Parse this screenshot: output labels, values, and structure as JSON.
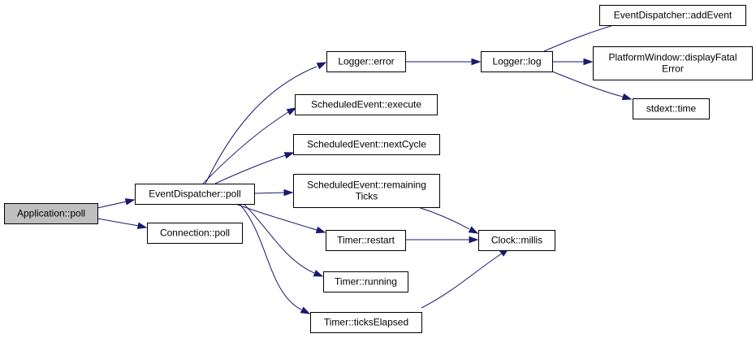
{
  "colors": {
    "root_fill": "#bfbfbf",
    "node_fill": "#ffffff",
    "edge": "#191970"
  },
  "nodes": {
    "application_poll": {
      "lines": [
        "Application::poll"
      ]
    },
    "eventdispatcher_poll": {
      "lines": [
        "EventDispatcher::poll"
      ]
    },
    "connection_poll": {
      "lines": [
        "Connection::poll"
      ]
    },
    "logger_error": {
      "lines": [
        "Logger::error"
      ]
    },
    "scheduledevent_execute": {
      "lines": [
        "ScheduledEvent::execute"
      ]
    },
    "scheduledevent_nextcycle": {
      "lines": [
        "ScheduledEvent::nextCycle"
      ]
    },
    "scheduledevent_remainingticks": {
      "lines": [
        "ScheduledEvent::remaining",
        "Ticks"
      ]
    },
    "timer_restart": {
      "lines": [
        "Timer::restart"
      ]
    },
    "timer_running": {
      "lines": [
        "Timer::running"
      ]
    },
    "timer_tickselapsed": {
      "lines": [
        "Timer::ticksElapsed"
      ]
    },
    "logger_log": {
      "lines": [
        "Logger::log"
      ]
    },
    "clock_millis": {
      "lines": [
        "Clock::millis"
      ]
    },
    "eventdispatcher_addevent": {
      "lines": [
        "EventDispatcher::addEvent"
      ]
    },
    "platformwindow_displayfatalerror": {
      "lines": [
        "PlatformWindow::displayFatal",
        "Error"
      ]
    },
    "stdext_time": {
      "lines": [
        "stdext::time"
      ]
    }
  },
  "edges": [
    {
      "from": "application_poll",
      "to": "eventdispatcher_poll"
    },
    {
      "from": "application_poll",
      "to": "connection_poll"
    },
    {
      "from": "eventdispatcher_poll",
      "to": "logger_error"
    },
    {
      "from": "eventdispatcher_poll",
      "to": "scheduledevent_execute"
    },
    {
      "from": "eventdispatcher_poll",
      "to": "scheduledevent_nextcycle"
    },
    {
      "from": "eventdispatcher_poll",
      "to": "scheduledevent_remainingticks"
    },
    {
      "from": "eventdispatcher_poll",
      "to": "timer_restart"
    },
    {
      "from": "eventdispatcher_poll",
      "to": "timer_running"
    },
    {
      "from": "eventdispatcher_poll",
      "to": "timer_tickselapsed"
    },
    {
      "from": "logger_error",
      "to": "logger_log"
    },
    {
      "from": "logger_log",
      "to": "eventdispatcher_addevent"
    },
    {
      "from": "logger_log",
      "to": "platformwindow_displayfatalerror"
    },
    {
      "from": "logger_log",
      "to": "stdext_time"
    },
    {
      "from": "scheduledevent_remainingticks",
      "to": "clock_millis"
    },
    {
      "from": "timer_restart",
      "to": "clock_millis"
    },
    {
      "from": "timer_tickselapsed",
      "to": "clock_millis"
    }
  ]
}
